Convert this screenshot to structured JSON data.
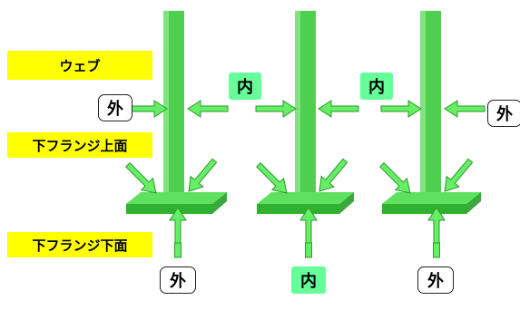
{
  "labels": {
    "web": "ウェブ",
    "flange_top": "下フランジ上面",
    "flange_bottom": "下フランジ下面"
  },
  "tags": {
    "left_side": "外",
    "between_1_2": "内",
    "between_2_3": "内",
    "right_side": "外",
    "bottom_1": "外",
    "bottom_2": "内",
    "bottom_3": "外"
  },
  "colors": {
    "label_bg": "#ffff00",
    "inner_tag_bg": "#66ff99",
    "girder_green": "#4dd84d",
    "arrow_green": "#66ee66"
  }
}
